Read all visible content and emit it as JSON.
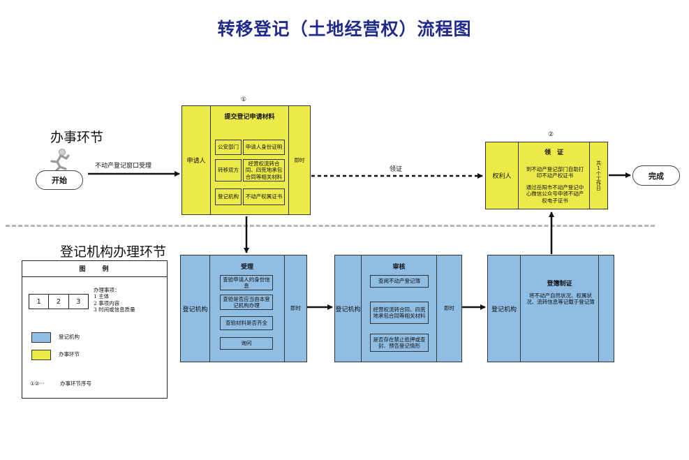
{
  "title": "转移登记（土地经营权）流程图",
  "sections": {
    "applicant": "办事环节",
    "registry": "登记机构办理环节"
  },
  "start": "开始",
  "finish": "完成",
  "start_arrow_label": "不动产登记窗口受理",
  "dashed_arrow_label": "领证",
  "step1": {
    "number": "①",
    "title": "提交登记申请材料",
    "subject": "申请人",
    "time": "即时",
    "rows": [
      {
        "left": "公安部门",
        "right": "申请人身份证明"
      },
      {
        "left": "转移双方",
        "right": "经营权流转合同、四荒地承包合同等相关材料"
      },
      {
        "left": "登记机构",
        "right": "不动产权属证书"
      }
    ]
  },
  "step2": {
    "number": "②",
    "title": "领　证",
    "subject": "权利人",
    "time": "共1个工作日",
    "text1": "到不动产登记部门自助打印不动产权证书",
    "text2": "通过岳阳市不动产登记中心微信公众号申领不动产权电子证书"
  },
  "accept": {
    "title": "受理",
    "subject": "登记机构",
    "time": "即时",
    "items": [
      "查验申请人的身份信息",
      "查验是否应当由本登记机构办理",
      "查验材料是否齐全",
      "询问"
    ]
  },
  "review": {
    "title": "审核",
    "subject": "登记机构",
    "time": "即时",
    "items": [
      "查阅不动产登记簿",
      "经营权流转合同、四荒地承包合同等相关材料",
      "是否存在禁止抵押或查封、预告登记情形"
    ]
  },
  "record": {
    "title": "登簿制证",
    "subject": "登记机构",
    "text": "将不动产自然状况、权属状况、流转信息等记载于登记簿"
  },
  "legend": {
    "title": "图　　例",
    "cells": [
      "1",
      "2",
      "3"
    ],
    "notes_title": "办理事项：",
    "notes": [
      "1 主体",
      "2 事项内容",
      "3 时间或信息质量"
    ],
    "blue_label": "登记机构",
    "yellow_label": "办事环节",
    "seq_symbol": "①②···",
    "seq_label": "办事环节序号"
  },
  "colors": {
    "yellow": "#ecea49",
    "blue": "#8fbde3",
    "title": "#1f2a8c"
  }
}
